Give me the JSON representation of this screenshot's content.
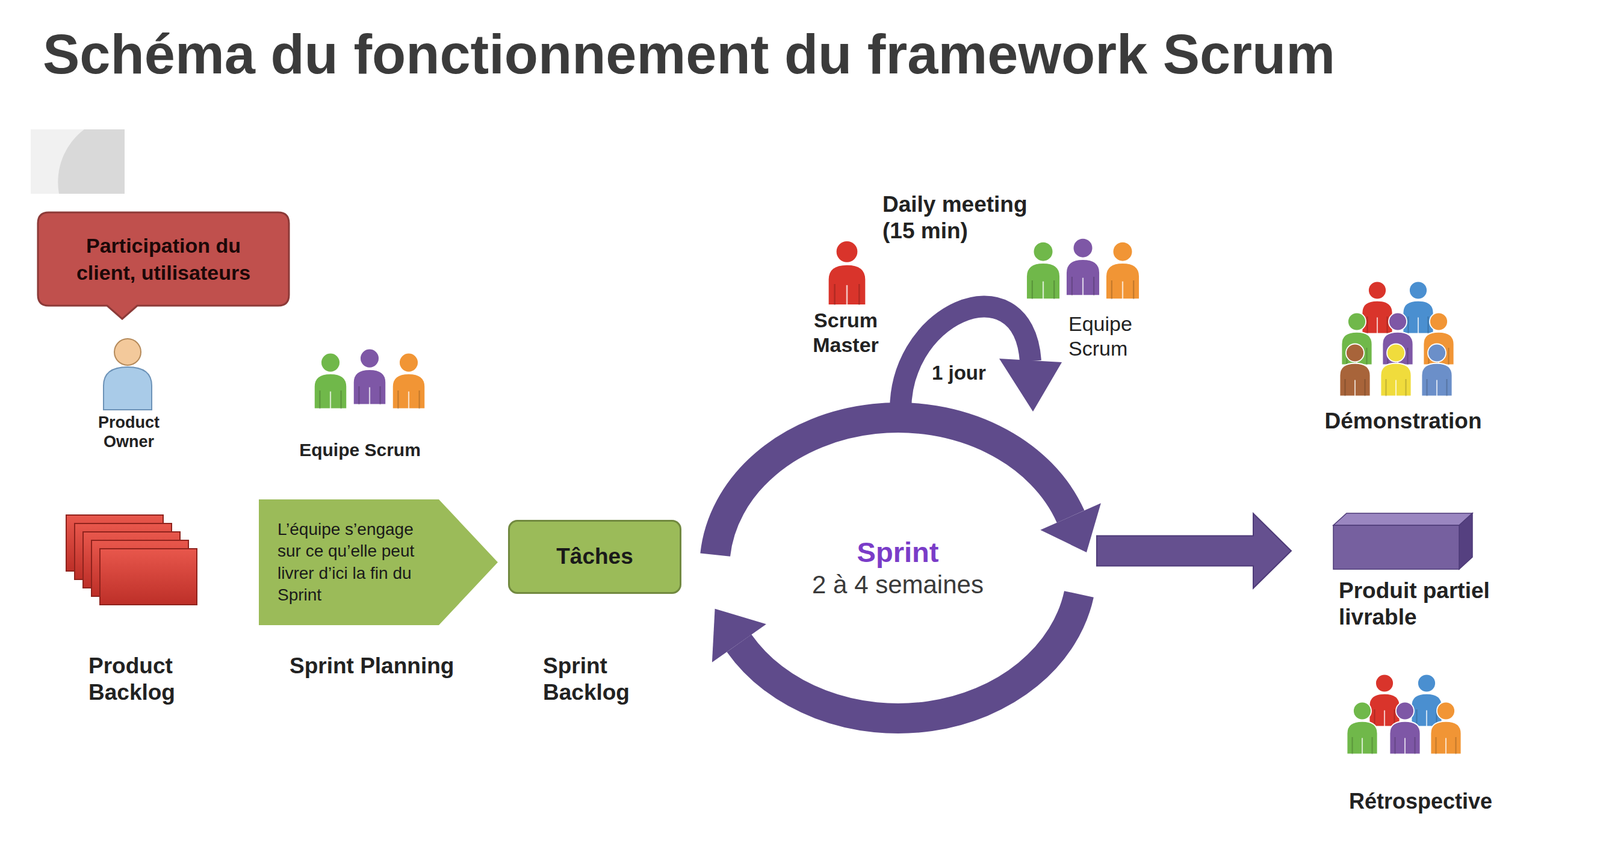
{
  "diagram": {
    "title": "Schéma du fonctionnement du framework Scrum",
    "nodes": [
      {
        "text": [
          "Participation du client, utilisateurs"
        ]
      },
      {
        "text": [
          "L’équipe s’engage sur ce qu’elle peut livrer d’ici la fin du Sprint",
          "Sprint Planning"
        ]
      },
      {
        "text": [
          "Tâches",
          "Sprint Backlog"
        ]
      },
      {
        "text": [
          "Sprint",
          "2 à 4 semaines"
        ]
      },
      {
        "text": [
          "Produit partiel livrable"
        ]
      }
    ],
    "edges": [
      {
        "from": 3,
        "to": 4,
        "arrow": "to"
      }
    ],
    "labels": [
      "Product Owner",
      "Product Backlog",
      "Equipe Scrum",
      "Daily meeting (15 min)",
      "1 jour",
      "Scrum Master",
      "Equipe Scrum",
      "Démonstration",
      "Rétrospective"
    ]
  }
}
